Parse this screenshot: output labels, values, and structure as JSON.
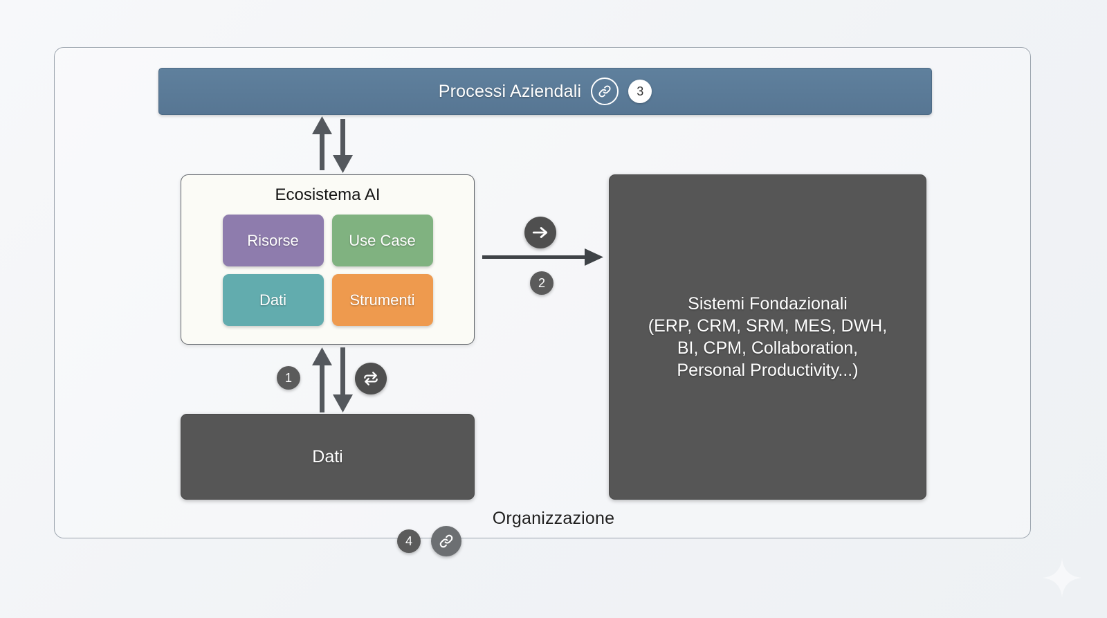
{
  "diagram": {
    "frame_label": "Organizzazione",
    "top_bar": {
      "label": "Processi Aziendali",
      "link_icon": "link-icon",
      "badge": "3"
    },
    "ecosystem": {
      "title": "Ecosistema AI",
      "tiles": [
        {
          "label": "Risorse",
          "color": "#8e7cad",
          "name": "risorse"
        },
        {
          "label": "Use Case",
          "color": "#80b280",
          "name": "use-case"
        },
        {
          "label": "Dati",
          "color": "#62acae",
          "name": "dati"
        },
        {
          "label": "Strumenti",
          "color": "#ee9a4e",
          "name": "strumenti"
        }
      ]
    },
    "foundational": {
      "lines": [
        "Sistemi Fondazionali",
        "(ERP, CRM, SRM, MES, DWH,",
        "BI, CPM, Collaboration,",
        "Personal Productivity...)"
      ]
    },
    "data_box": {
      "label": "Dati"
    },
    "connectors": {
      "top": {
        "name": "bidirectional-top",
        "icons": [
          "arrow-up-icon",
          "arrow-down-icon"
        ]
      },
      "bottom": {
        "name": "bidirectional-bottom",
        "badge": "1",
        "sync_icon": "sync-exchange-icon",
        "icons": [
          "arrow-up-icon",
          "arrow-down-icon"
        ]
      },
      "right": {
        "name": "right-arrow-connector",
        "badge": "2",
        "arrow_icon": "arrow-right-icon"
      },
      "bottom_frame": {
        "badge": "4",
        "link_icon": "link-icon"
      }
    },
    "colors": {
      "accent_blue": "#5b7b98",
      "dark_box": "#565656",
      "badge_dark": "#5b5b5b",
      "card_bg": "#fbfbf6",
      "page_bg": "#f1f3f6"
    },
    "decoration": {
      "sparkle_icon": "sparkle-icon"
    }
  }
}
